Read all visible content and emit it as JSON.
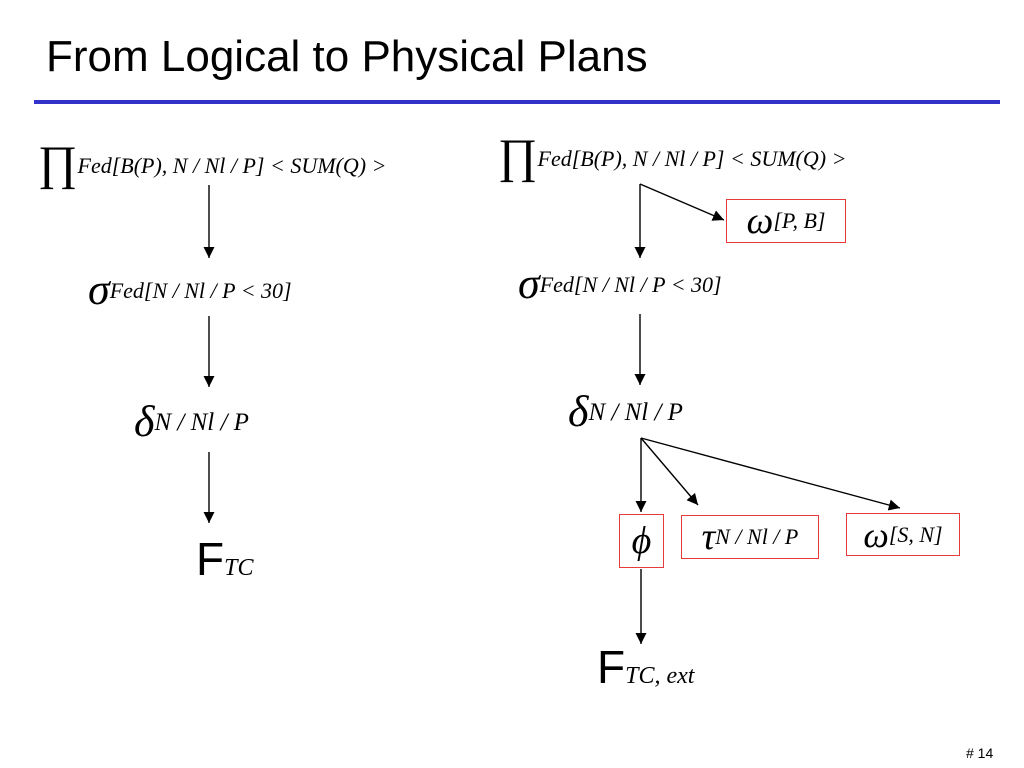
{
  "slide": {
    "title": "From Logical to Physical Plans",
    "number": "# 14"
  },
  "left_plan": {
    "projection": {
      "symbol": "∏",
      "subscript": "Fed[B(P), N / Nl / P] < SUM(Q) >"
    },
    "selection": {
      "symbol": "σ",
      "subscript": "Fed[N / Nl / P < 30]"
    },
    "dedup": {
      "symbol": "δ",
      "subscript": "N / Nl / P"
    },
    "source": {
      "symbol": "F",
      "subscript": "TC"
    }
  },
  "right_plan": {
    "projection": {
      "symbol": "∏",
      "subscript": "Fed[B(P), N / Nl / P] < SUM(Q) >"
    },
    "window_pb": {
      "symbol": "ω",
      "subscript": "[P, B]"
    },
    "selection": {
      "symbol": "σ",
      "subscript": "Fed[N / Nl / P < 30]"
    },
    "dedup": {
      "symbol": "δ",
      "subscript": "N / Nl / P"
    },
    "phi": {
      "symbol": "ϕ"
    },
    "tau": {
      "symbol": "τ",
      "subscript": "N / Nl / P"
    },
    "window_sn": {
      "symbol": "ω",
      "subscript": "[S, N]"
    },
    "source": {
      "symbol": "F",
      "subscript": "TC, ext"
    }
  },
  "colors": {
    "title_rule": "#3333cc",
    "box_border": "#e53b3b",
    "arrow": "#000000"
  }
}
